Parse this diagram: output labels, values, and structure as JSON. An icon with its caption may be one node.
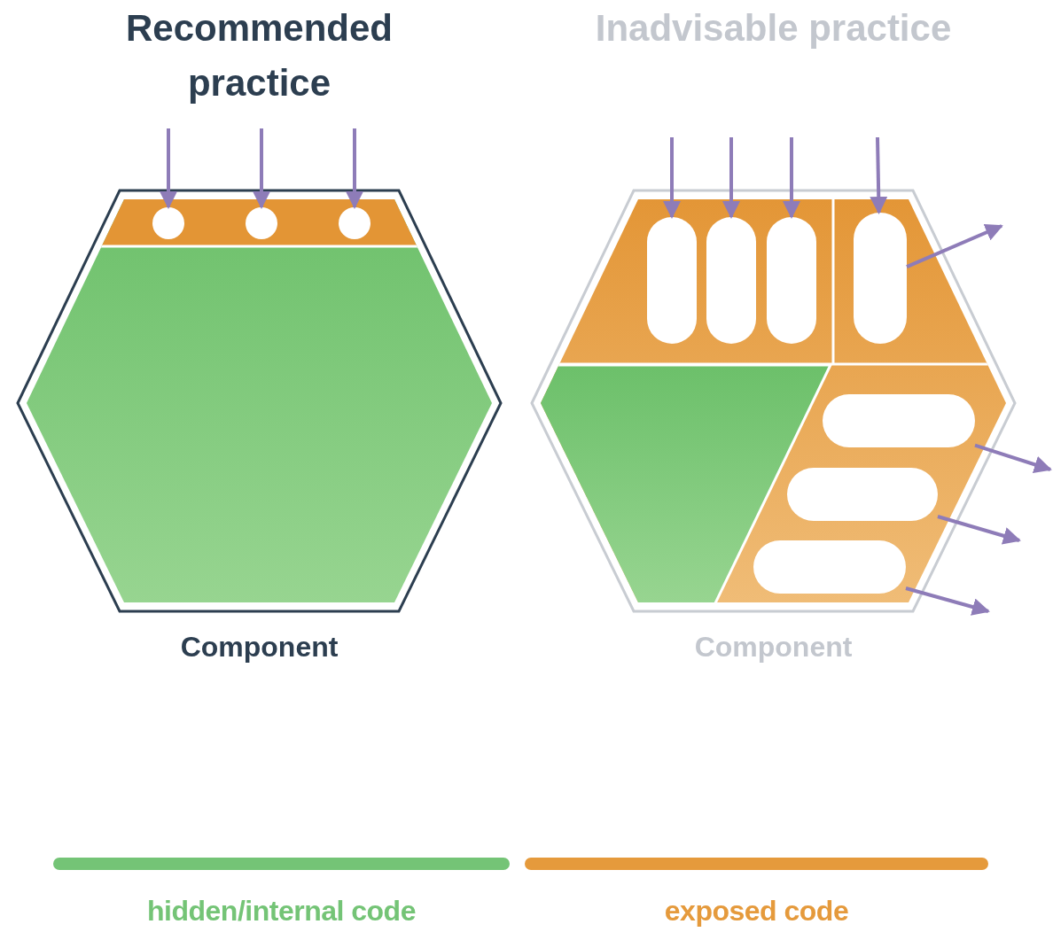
{
  "diagram": {
    "nodes": [
      {
        "text": [
          "Recommended practice",
          "Component"
        ]
      },
      {
        "text": [],
        "shape": "circle",
        "in": 0
      },
      {
        "text": [],
        "shape": "circle",
        "in": 0
      },
      {
        "text": [],
        "shape": "circle",
        "in": 0
      },
      {
        "text": [
          "Inadvisable practice",
          "Component"
        ]
      },
      {
        "text": [],
        "shape": "capsule",
        "in": 4
      },
      {
        "text": [],
        "shape": "capsule",
        "in": 4
      },
      {
        "text": [],
        "shape": "capsule",
        "in": 4
      },
      {
        "text": [],
        "shape": "capsule",
        "in": 4
      },
      {
        "text": [],
        "shape": "capsule",
        "in": 4
      },
      {
        "text": [],
        "shape": "capsule",
        "in": 4
      },
      {
        "text": [],
        "shape": "capsule",
        "in": 4
      }
    ],
    "edges": [
      {
        "from": null,
        "to": 1,
        "arrow": "to"
      },
      {
        "from": null,
        "to": 2,
        "arrow": "to"
      },
      {
        "from": null,
        "to": 3,
        "arrow": "to"
      },
      {
        "from": null,
        "to": 5,
        "arrow": "to"
      },
      {
        "from": null,
        "to": 6,
        "arrow": "to"
      },
      {
        "from": null,
        "to": 7,
        "arrow": "to"
      },
      {
        "from": null,
        "to": 8,
        "arrow": "to"
      },
      {
        "from": 8,
        "to": null,
        "arrow": "to"
      },
      {
        "from": 9,
        "to": null,
        "arrow": "to"
      },
      {
        "from": 10,
        "to": null,
        "arrow": "to"
      },
      {
        "from": 11,
        "to": null,
        "arrow": "to"
      }
    ],
    "legend": [
      {
        "text": "hidden/internal code",
        "color": "#74c476"
      },
      {
        "text": "exposed code",
        "color": "#e59a3c"
      }
    ]
  }
}
